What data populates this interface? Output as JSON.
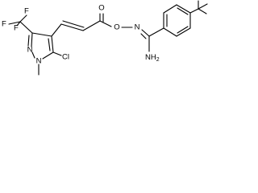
{
  "molecule": {
    "atoms": {
      "F_top": "F",
      "F_mid": "F",
      "F_left": "F",
      "O_carbonyl": "O",
      "O_ester": "O",
      "N_oxime": "N",
      "N_pyrazole_2": "N",
      "N_pyrazole_1": "N",
      "Cl": "Cl",
      "N_amine": "NH",
      "N_amine_h_count": "2"
    }
  },
  "colors": {
    "bond": "#000000",
    "label": "#000000",
    "background": "#ffffff"
  }
}
